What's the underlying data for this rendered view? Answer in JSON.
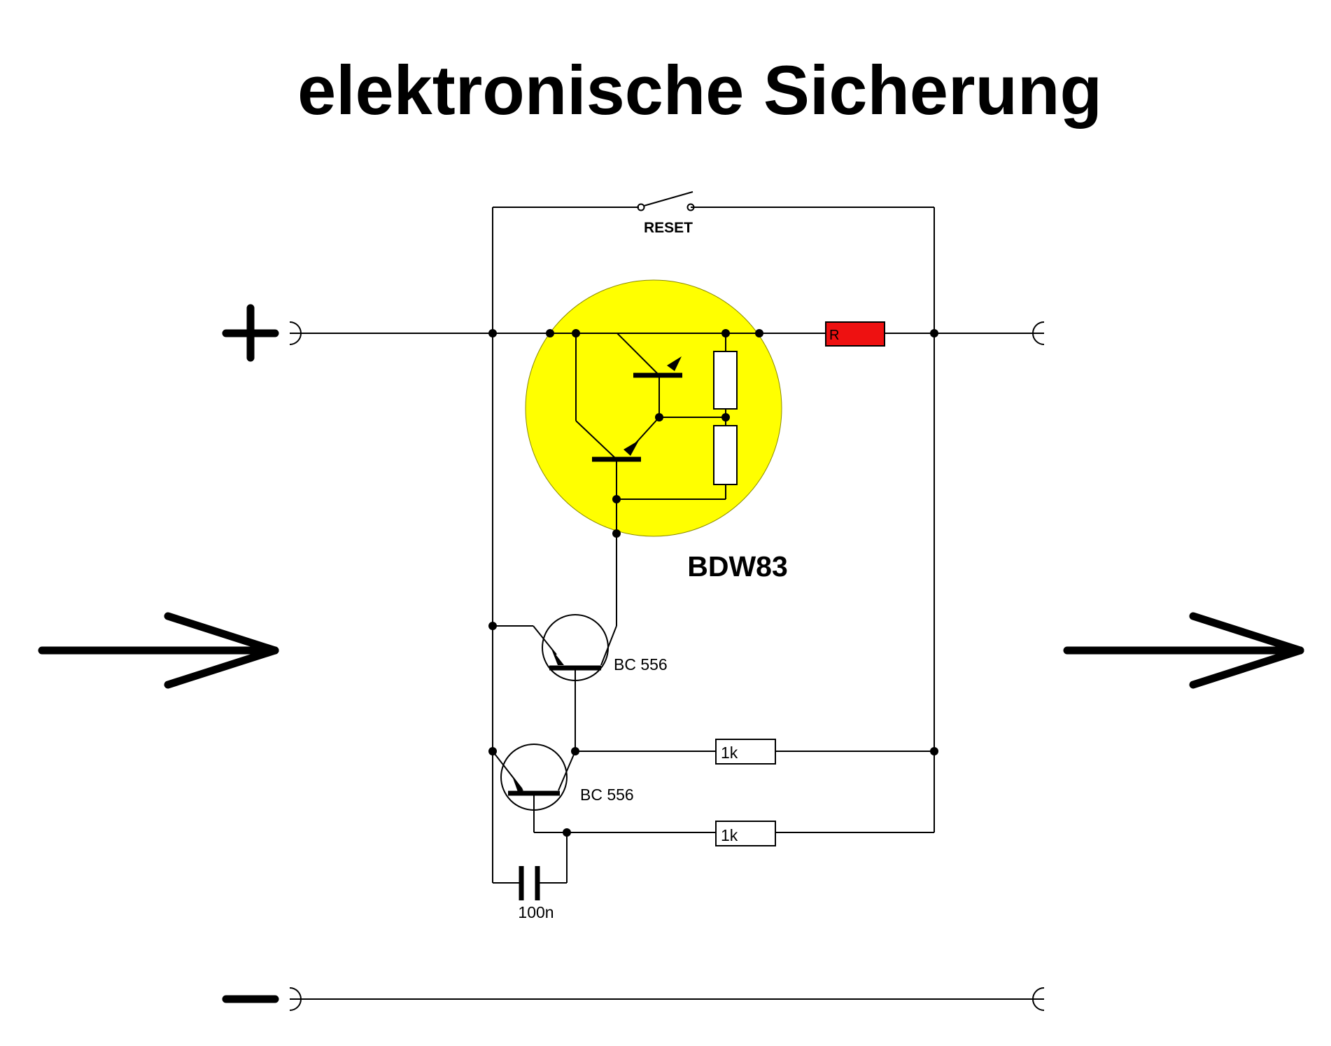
{
  "title": "elektronische Sicherung",
  "labels": {
    "reset": "RESET",
    "darlington": "BDW83",
    "sense_resistor": "R",
    "transistor_upper": "BC 556",
    "transistor_lower": "BC 556",
    "resistor_upper": "1k",
    "resistor_lower": "1k",
    "capacitor": "100n"
  },
  "colors": {
    "darlington_highlight": "#ffff00",
    "sense_resistor_fill": "#ee1111",
    "wire": "#000000"
  },
  "icons": {
    "plus": "plus-terminal-icon",
    "minus": "minus-terminal-icon",
    "input_arrow": "right-arrow-icon",
    "output_arrow": "right-arrow-icon"
  }
}
